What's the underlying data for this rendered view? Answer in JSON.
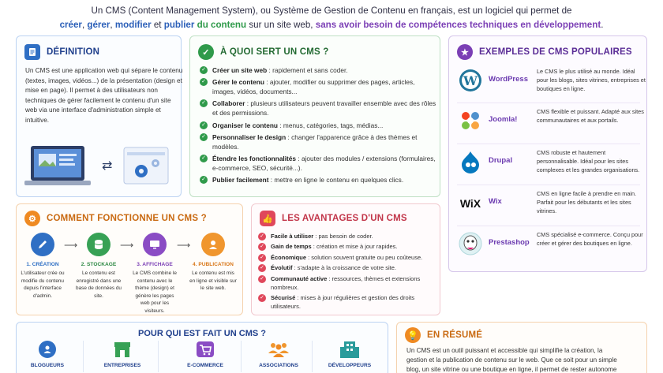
{
  "intro": {
    "line1": "Un CMS (Content Management System), ou Système de Gestion de Contenu en français, est un logiciel qui permet de",
    "w_creer": "créer",
    "sep1": ", ",
    "w_gerer": "gérer",
    "sep2": ", ",
    "w_modifier": "modifier",
    "sep3": " et ",
    "w_publier": "publier",
    "sep4": " ",
    "w_contenu": "du contenu",
    "sep5": " sur un site web, ",
    "w_sans": "sans avoir besoin de compétences techniques en développement",
    "end": "."
  },
  "definition": {
    "title": "DÉFINITION",
    "text": "Un CMS est une application web qui sépare le contenu (textes, images, vidéos...) de la présentation (design et mise en page). Il permet à des utilisateurs non techniques de gérer facilement le contenu d'un site web via une interface d'administration simple et intuitive."
  },
  "usage": {
    "title": "À QUOI SERT UN CMS ?",
    "items": [
      {
        "bold": "Créer un site web",
        "rest": " : rapidement et sans coder."
      },
      {
        "bold": "Gérer le contenu",
        "rest": " : ajouter, modifier ou supprimer des pages, articles, images, vidéos, documents..."
      },
      {
        "bold": "Collaborer",
        "rest": " : plusieurs utilisateurs peuvent travailler ensemble avec des rôles et des permissions."
      },
      {
        "bold": "Organiser le contenu",
        "rest": " : menus, catégories, tags, médias..."
      },
      {
        "bold": "Personnaliser le design",
        "rest": " : changer l'apparence grâce à des thèmes et modèles."
      },
      {
        "bold": "Étendre les fonctionnalités",
        "rest": " : ajouter des modules / extensions (formulaires, e-commerce, SEO, sécurité...)."
      },
      {
        "bold": "Publier facilement",
        "rest": " : mettre en ligne le contenu en quelques clics."
      }
    ]
  },
  "popular": {
    "title": "EXEMPLES DE CMS POPULAIRES",
    "items": [
      {
        "name": "WordPress",
        "desc": "Le CMS le plus utilisé au monde. Idéal pour les blogs, sites vitrines, entreprises et boutiques en ligne.",
        "icon": "wordpress-icon"
      },
      {
        "name": "Joomla!",
        "desc": "CMS flexible et puissant. Adapté aux sites communautaires et aux portails.",
        "icon": "joomla-icon"
      },
      {
        "name": "Drupal",
        "desc": "CMS robuste et hautement personnalisable. Idéal pour les sites complexes et les grandes organisations.",
        "icon": "drupal-icon"
      },
      {
        "name": "Wix",
        "desc": "CMS en ligne facile à prendre en main. Parfait pour les débutants et les sites vitrines.",
        "icon": "wix-icon"
      },
      {
        "name": "Prestashop",
        "desc": "CMS spécialisé e-commerce. Conçu pour créer et gérer des boutiques en ligne.",
        "icon": "prestashop-icon"
      }
    ]
  },
  "how": {
    "title": "COMMENT FONCTIONNE UN CMS ?",
    "steps": [
      {
        "title": "1. CRÉATION",
        "desc": "L'utilisateur crée ou modifie du contenu depuis l'interface d'admin.",
        "color": "#2f6fc4"
      },
      {
        "title": "2. STOCKAGE",
        "desc": "Le contenu est enregistré dans une base de données du site.",
        "color": "#37a155"
      },
      {
        "title": "3. AFFICHAGE",
        "desc": "Le CMS combine le contenu avec le thème (design) et génère les pages web pour les visiteurs.",
        "color": "#8a4cc4"
      },
      {
        "title": "4. PUBLICATION",
        "desc": "Le contenu est mis en ligne et visible sur le site web.",
        "color": "#f0962e"
      }
    ]
  },
  "advantages": {
    "title": "LES AVANTAGES D'UN CMS",
    "items": [
      {
        "bold": "Facile à utiliser",
        "rest": " : pas besoin de coder."
      },
      {
        "bold": "Gain de temps",
        "rest": " : création et mise à jour rapides."
      },
      {
        "bold": "Économique",
        "rest": " : solution souvent gratuite ou peu coûteuse."
      },
      {
        "bold": "Évolutif",
        "rest": " : s'adapte à la croissance de votre site."
      },
      {
        "bold": "Communauté active",
        "rest": " : ressources, thèmes et extensions nombreux."
      },
      {
        "bold": "Sécurisé",
        "rest": " : mises à jour régulières et gestion des droits utilisateurs."
      }
    ]
  },
  "audience": {
    "title": "POUR QUI EST FAIT UN CMS ?",
    "items": [
      {
        "label": "BLOGUEURS",
        "icon": "user-icon"
      },
      {
        "label": "ENTREPRISES",
        "icon": "store-icon"
      },
      {
        "label": "E-COMMERCE",
        "icon": "cart-icon"
      },
      {
        "label": "ASSOCIATIONS",
        "icon": "group-icon"
      },
      {
        "label": "DÉVELOPPEURS",
        "icon": "building-icon"
      }
    ]
  },
  "summary": {
    "title": "EN RÉSUMÉ",
    "text": "Un CMS est un outil puissant et accessible qui simplifie la création, la gestion et la publication de contenu sur le web. Que ce soit pour un simple blog, un site vitrine ou une boutique en ligne, il permet de rester autonome et efficace, tout en offrant des fonctionnalités avancées."
  },
  "colors": {
    "blue": "#2f6fc4",
    "green": "#2f9a4a",
    "purple": "#7b3fb5",
    "orange": "#ef8a22",
    "red": "#e0475b"
  }
}
